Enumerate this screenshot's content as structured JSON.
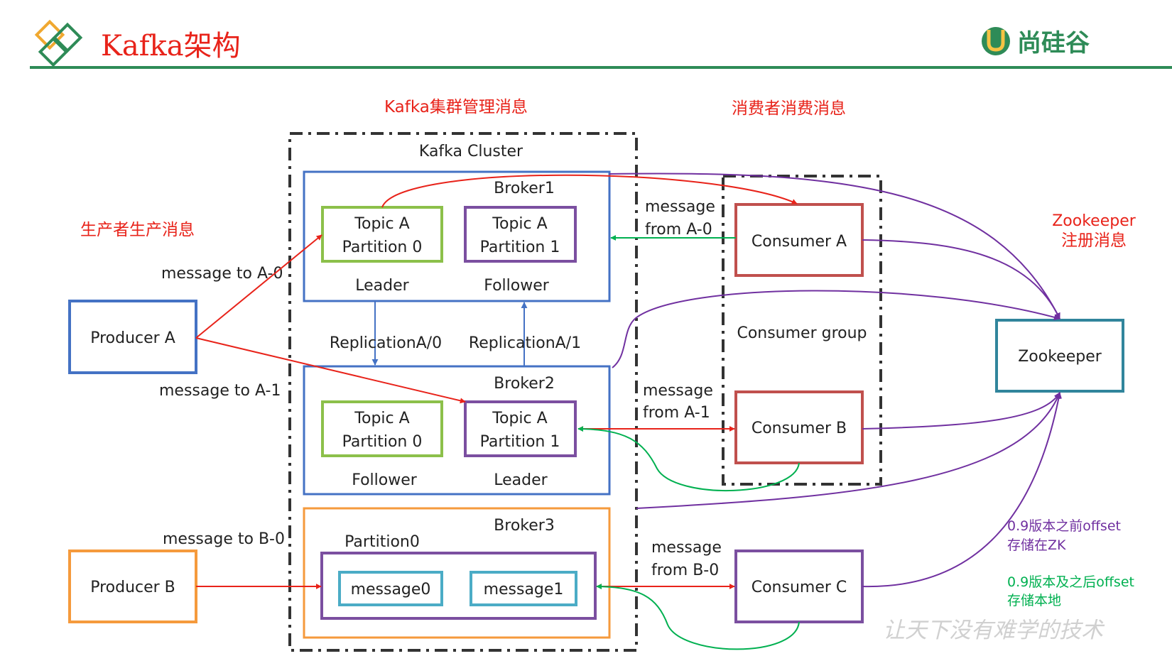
{
  "header": {
    "title": "Kafka架构",
    "brand": "尚硅谷"
  },
  "colors": {
    "accent_green": "#2e8b57",
    "annotation_red": "#e8231a",
    "annotation_purple": "#7030a0",
    "annotation_green": "#00b050",
    "box_blue": "#4472c4",
    "box_orange": "#f59a3c",
    "box_green": "#8cc04a",
    "box_purple": "#7b4fa0",
    "box_red": "#c0504d",
    "box_teal": "#31859c",
    "box_cyan": "#4bacc6"
  },
  "annotations": {
    "cluster_manage": "Kafka集群管理消息",
    "consumer_consume": "消费者消费消息",
    "producer_produce": "生产者生产消息",
    "zookeeper_register_1": "Zookeeper",
    "zookeeper_register_2": "注册消息",
    "offset_before_1": "0.9版本之前offset",
    "offset_before_2": "存储在ZK",
    "offset_after_1": "0.9版本及之后offset",
    "offset_after_2": "存储本地"
  },
  "cluster": {
    "label": "Kafka Cluster"
  },
  "brokers": [
    {
      "label": "Broker1",
      "partitions": [
        {
          "line1": "Topic A",
          "line2": "Partition 0",
          "role": "Leader"
        },
        {
          "line1": "Topic A",
          "line2": "Partition 1",
          "role": "Follower"
        }
      ]
    },
    {
      "label": "Broker2",
      "partitions": [
        {
          "line1": "Topic A",
          "line2": "Partition 0",
          "role": "Follower"
        },
        {
          "line1": "Topic A",
          "line2": "Partition 1",
          "role": "Leader"
        }
      ]
    },
    {
      "label": "Broker3",
      "partition_label": "Partition0",
      "messages": [
        "message0",
        "message1"
      ]
    }
  ],
  "replication": {
    "left": "ReplicationA/0",
    "right": "ReplicationA/1"
  },
  "producers": {
    "a": "Producer A",
    "b": "Producer B"
  },
  "producer_messages": {
    "to_a0": "message to A-0",
    "to_a1": "message to A-1",
    "to_b0": "message to B-0"
  },
  "consumer_messages": {
    "a0_line1": "message",
    "a0_line2": "from A-0",
    "a1_line1": "message",
    "a1_line2": "from A-1",
    "b0_line1": "message",
    "b0_line2": "from B-0"
  },
  "consumers": {
    "group_label": "Consumer group",
    "a": "Consumer A",
    "b": "Consumer B",
    "c": "Consumer C"
  },
  "zookeeper": {
    "label": "Zookeeper"
  },
  "watermark": "让天下没有难学的技术"
}
